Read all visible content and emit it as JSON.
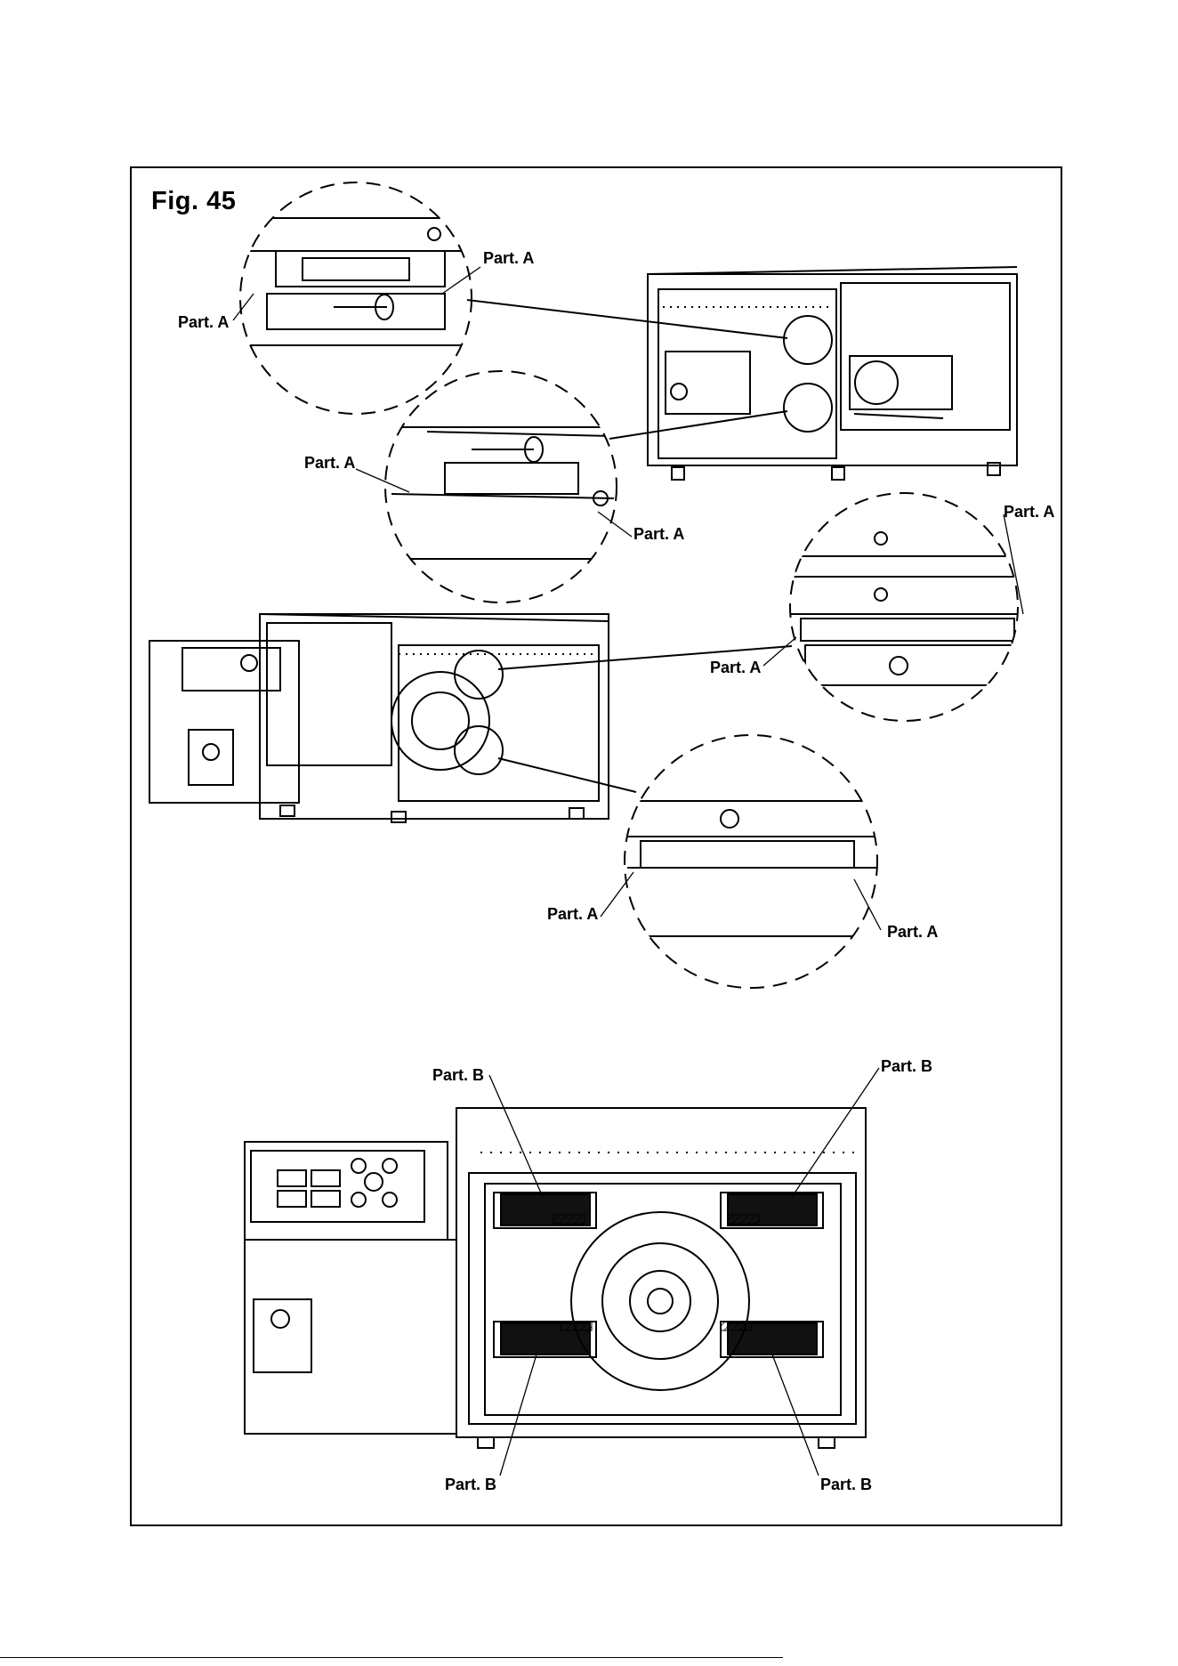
{
  "figure": {
    "title": "Fig. 45"
  },
  "callouts": {
    "part_a": "Part. A",
    "part_b": "Part. B"
  },
  "colors": {
    "ink": "#000000",
    "paper": "#ffffff",
    "fill_dark": "#111111"
  }
}
